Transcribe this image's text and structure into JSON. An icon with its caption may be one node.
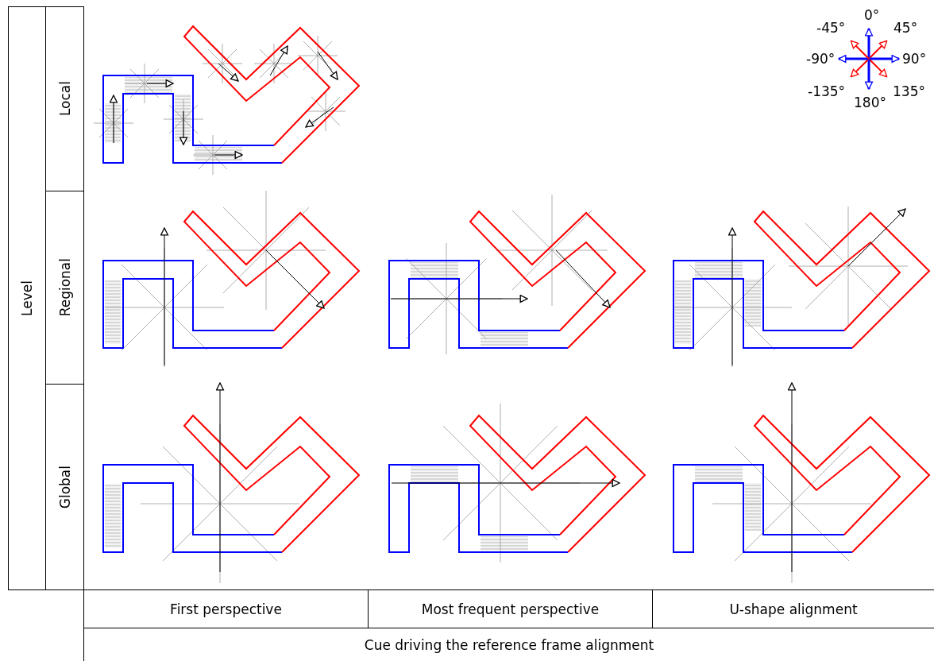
{
  "diagram": {
    "labels": [
      "0°",
      "-45°",
      "45°",
      "-90°",
      "90°",
      "-135°",
      "135°",
      "180°",
      "Level",
      "Local",
      "Regional",
      "Global",
      "First perspective",
      "Most frequent perspective",
      "U-shape alignment",
      "Cue driving the reference frame alignment"
    ]
  }
}
